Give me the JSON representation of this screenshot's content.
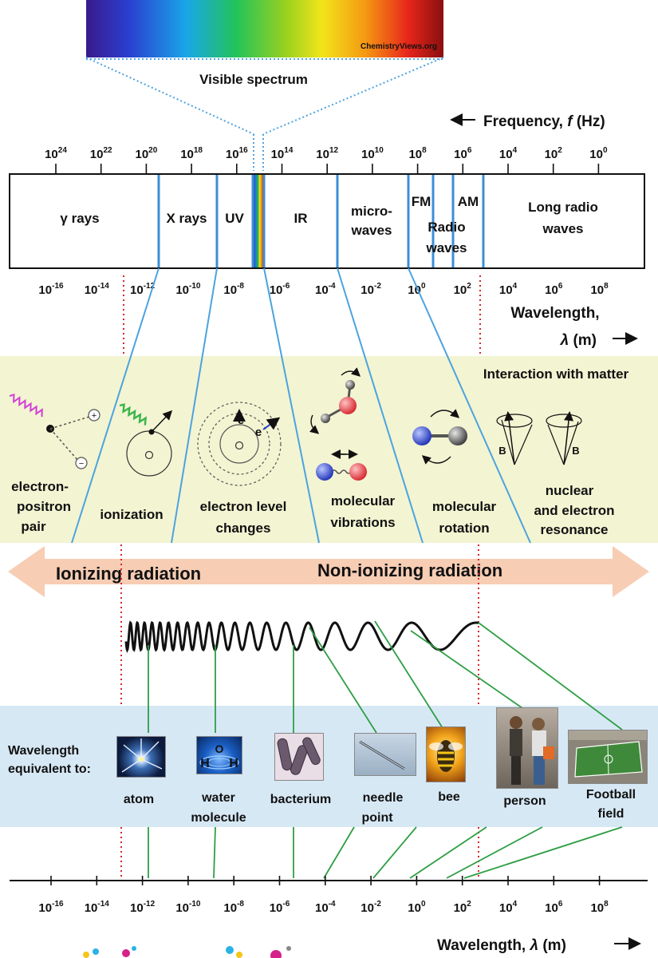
{
  "visible_spectrum": {
    "label": "Visible spectrum",
    "watermark": "ChemistryViews.org"
  },
  "frequency_axis": {
    "label_prefix": "Frequency, ",
    "label_symbol": "f",
    "label_unit": " (Hz)",
    "exponents": [
      "24",
      "22",
      "20",
      "18",
      "16",
      "14",
      "12",
      "10",
      "8",
      "6",
      "4",
      "2",
      "0"
    ]
  },
  "bands": {
    "gamma": "γ rays",
    "xrays": "X rays",
    "uv": "UV",
    "ir": "IR",
    "micro_line1": "micro-",
    "micro_line2": "waves",
    "fm": "FM",
    "am": "AM",
    "radio_line1": "Radio",
    "radio_line2": "waves",
    "long_line1": "Long radio",
    "long_line2": "waves"
  },
  "wavelength_axis": {
    "exponents": [
      "-16",
      "-14",
      "-12",
      "-10",
      "-8",
      "-6",
      "-4",
      "-2",
      "0",
      "2",
      "4",
      "6",
      "8"
    ],
    "label_line1": "Wavelength,",
    "label_symbol": "λ",
    "label_unit": " (m)"
  },
  "interaction": {
    "title": "Interaction with matter",
    "items": [
      {
        "line1": "electron-",
        "line2": "positron",
        "line3": "pair"
      },
      {
        "line1": "ionization"
      },
      {
        "line1": "electron level",
        "line2": "changes"
      },
      {
        "line1": "molecular",
        "line2": "vibrations"
      },
      {
        "line1": "molecular",
        "line2": "rotation"
      },
      {
        "line1": "nuclear",
        "line2": "and electron",
        "line3": "resonance"
      }
    ],
    "symbols": {
      "electron": "e",
      "field": "B",
      "plus": "+",
      "minus": "−"
    }
  },
  "radiation": {
    "ionizing": "Ionizing radiation",
    "non_ionizing": "Non-ionizing radiation"
  },
  "equivalents": {
    "title_line1": "Wavelength",
    "title_line2": "equivalent to:",
    "water_glyphs": {
      "h": "H",
      "o": "O"
    },
    "items": [
      {
        "line1": "atom"
      },
      {
        "line1": "water",
        "line2": "molecule"
      },
      {
        "line1": "bacterium"
      },
      {
        "line1": "needle",
        "line2": "point"
      },
      {
        "line1": "bee"
      },
      {
        "line1": "person"
      },
      {
        "line1": "Football",
        "line2": "field"
      }
    ]
  },
  "bottom_axis": {
    "label_prefix": "Wavelength, ",
    "label_symbol": "λ",
    "label_unit": " (m)"
  },
  "colors": {
    "band_line": "#3b8fd6",
    "guide_line": "#4ca3df",
    "ionizing_boundary": "#d62828",
    "equivalent_line": "#2e9e44",
    "interaction_bg": "#f3f4d2",
    "equivalents_bg": "#d7e8f5",
    "arrow_fill": "#f7cdb4"
  }
}
